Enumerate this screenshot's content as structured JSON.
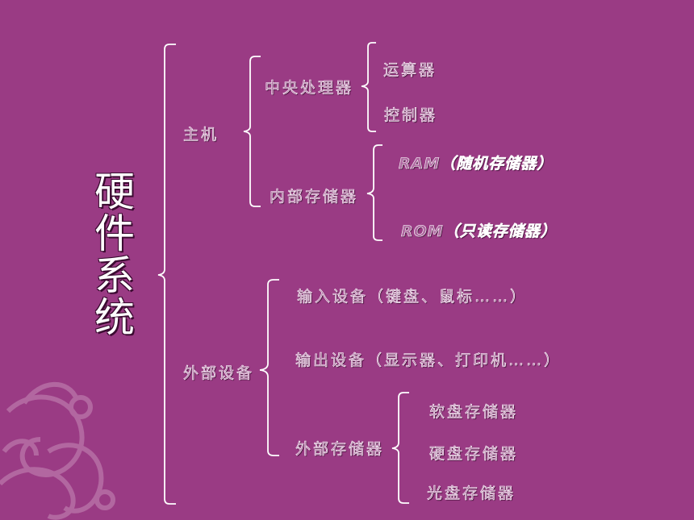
{
  "root": {
    "chars": [
      "硬",
      "件",
      "系",
      "统"
    ]
  },
  "level1": {
    "host": "主机",
    "external": "外部设备"
  },
  "host": {
    "cpu": "中央处理器",
    "internal_memory": "内部存储器"
  },
  "cpu": {
    "alu": "运算器",
    "controller": "控制器"
  },
  "internal_memory": {
    "ram": "RAM（随机存储器）",
    "rom": "ROM（只读存储器）"
  },
  "external": {
    "input": "输入设备（键盘、鼠标……）",
    "output": "输出设备（显示器、打印机……）",
    "external_storage": "外部存储器"
  },
  "external_storage": {
    "floppy": "软盘存储器",
    "hard_disk": "硬盘存储器",
    "optical": "光盘存储器"
  },
  "colors": {
    "background": "#9a3b84",
    "bracket": "#ffffff",
    "label_fill": "#b06aa2",
    "ornament": "#c68cb8"
  }
}
